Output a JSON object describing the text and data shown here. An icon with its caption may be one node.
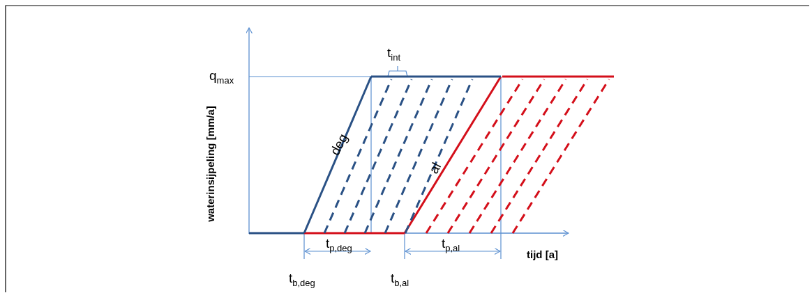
{
  "diagram": {
    "labels": [
      "q$_{max}$",
      "t$_{int}$",
      "deg",
      "al",
      "waterinsijpeling [mm/a]",
      "t$_{p,deg}$",
      "t$_{p,al}$",
      "tijd [a]",
      "t$_{b,deg}$",
      "t$_{b,al}$"
    ]
  }
}
